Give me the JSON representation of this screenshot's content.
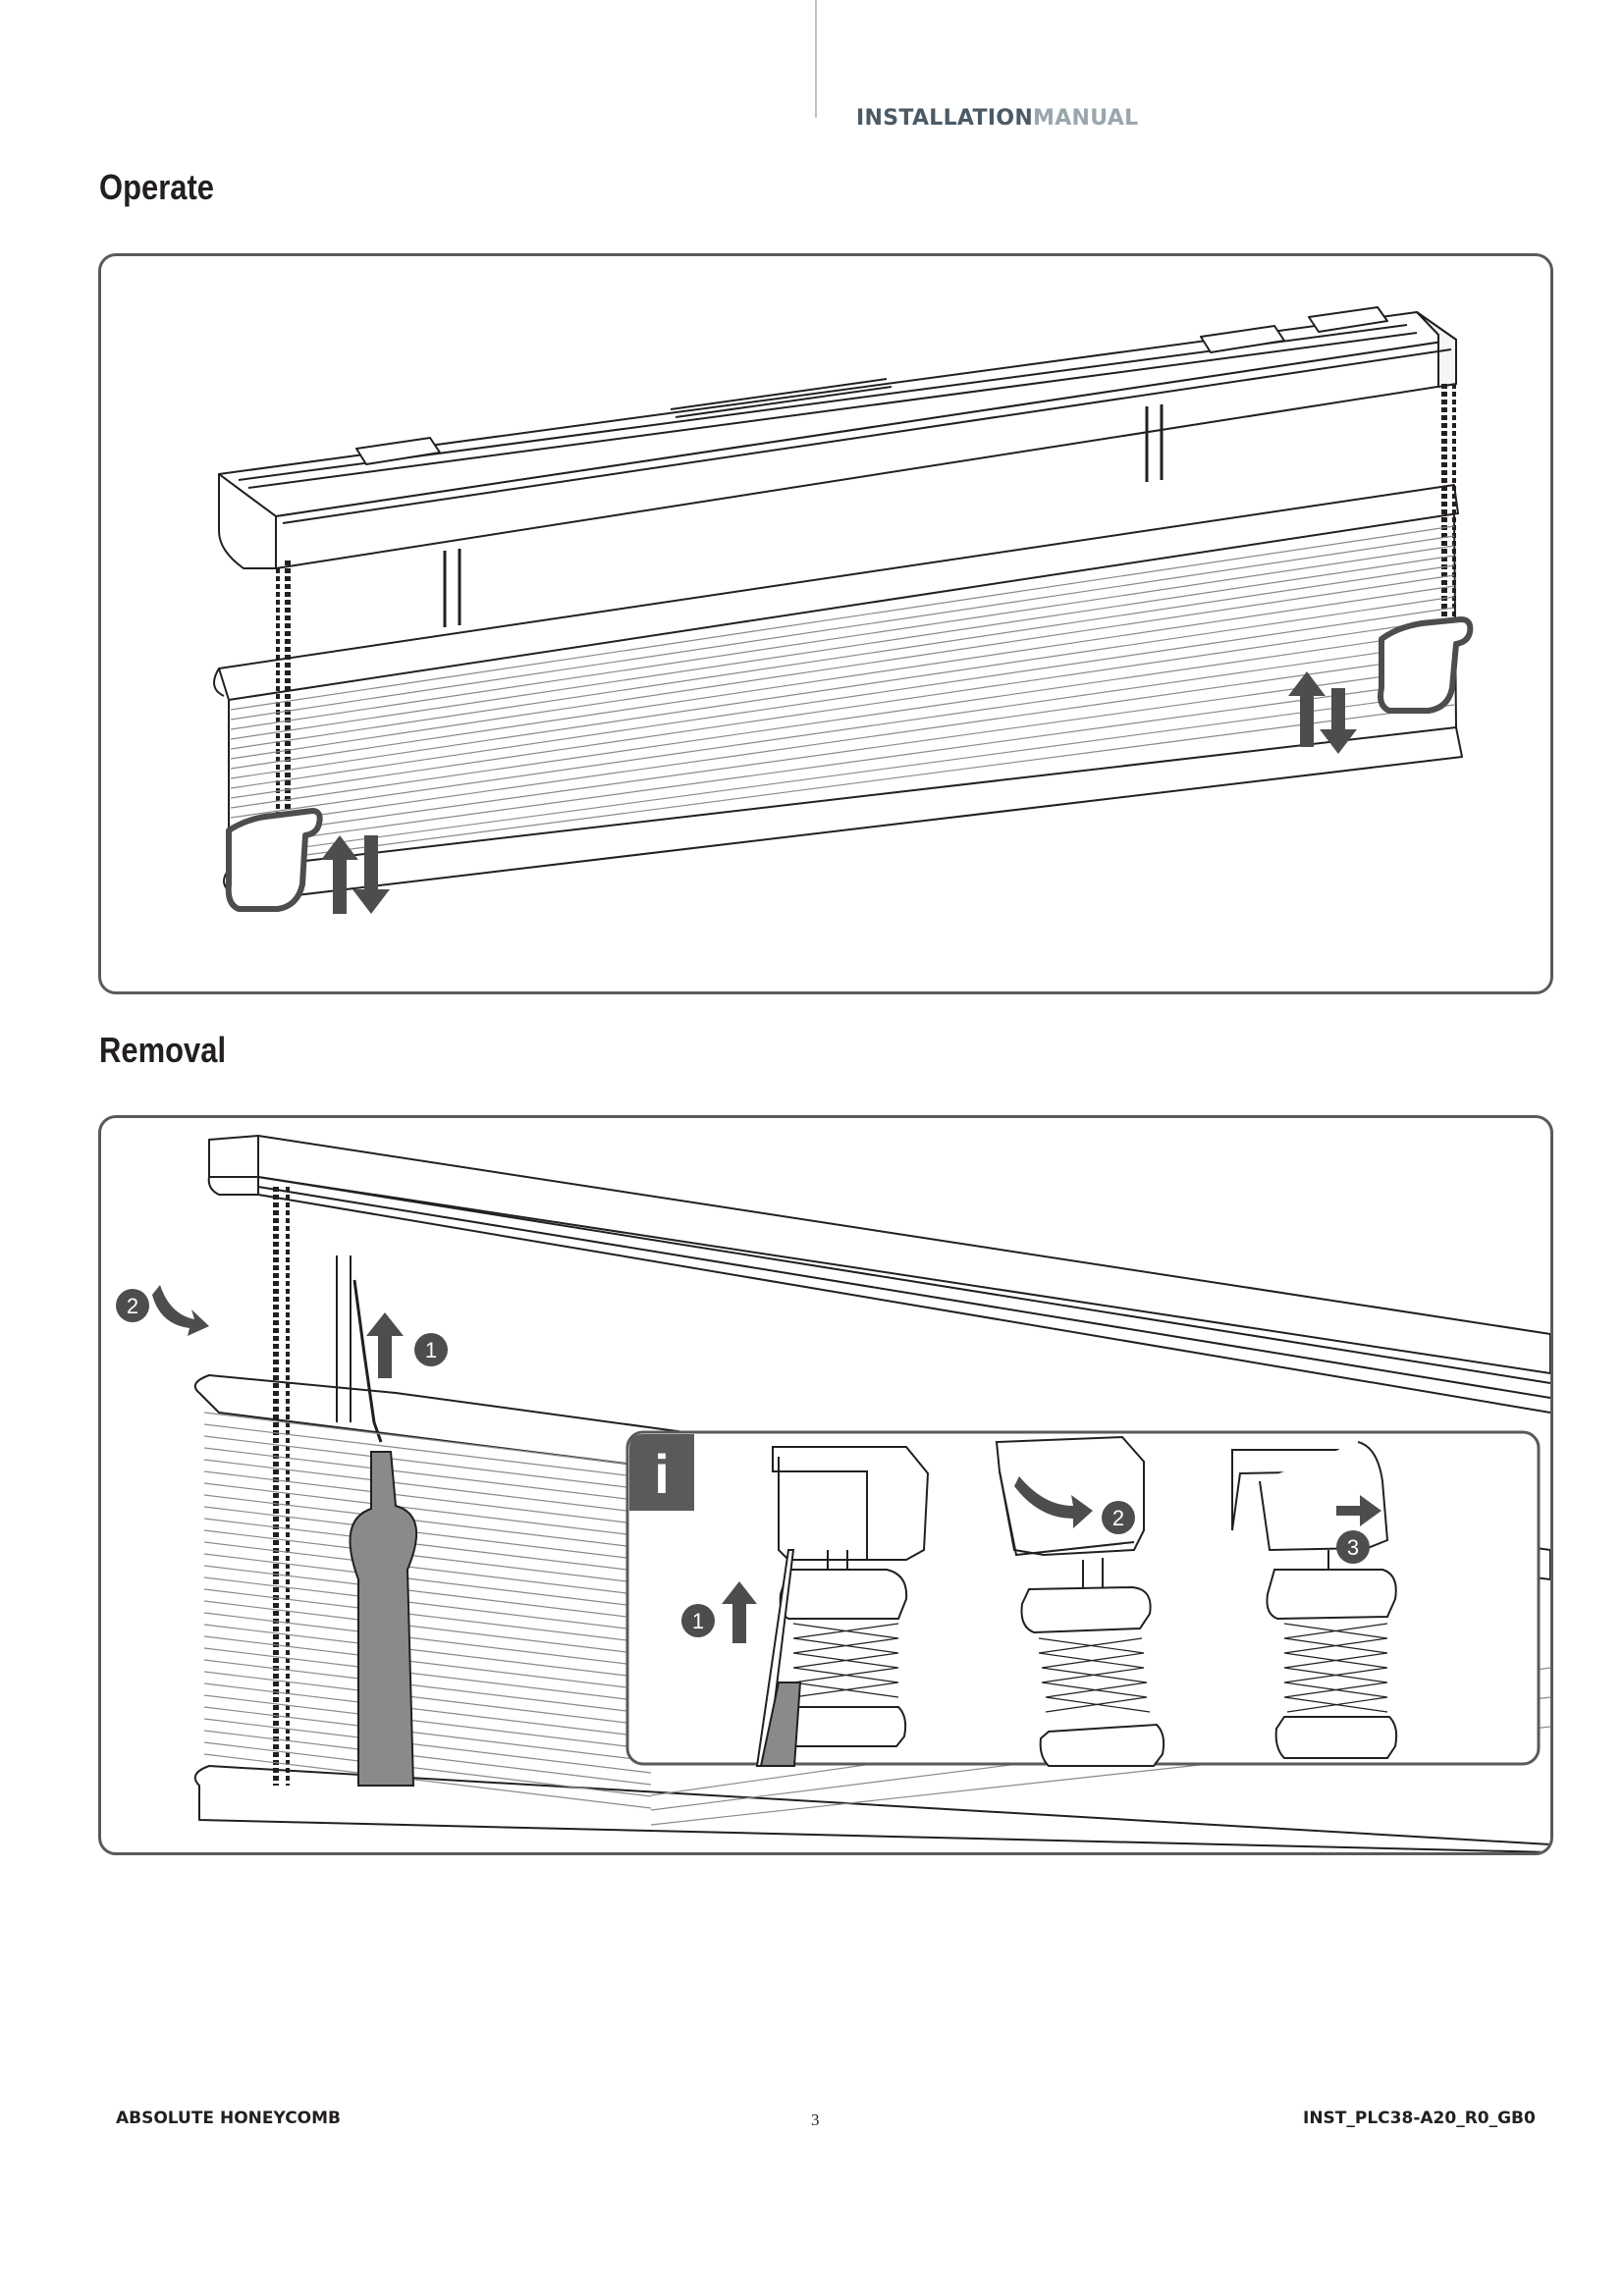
{
  "header": {
    "title_part1": "INSTALLATION",
    "title_part2": "MANUAL"
  },
  "sections": {
    "operate": {
      "title": "Operate"
    },
    "removal": {
      "title": "Removal",
      "step_markers": [
        "1",
        "2"
      ],
      "info_box": {
        "icon_label": "i",
        "steps": [
          "1",
          "2",
          "3"
        ]
      }
    }
  },
  "footer": {
    "product": "ABSOLUTE HONEYCOMB",
    "page": "3",
    "code": "INST_PLC38-A20_R0_GB0"
  },
  "colors": {
    "line": "#231f20",
    "arrow": "#4d4d4d",
    "panel_border": "#5a5a5a",
    "fabric": "#8a8a8a"
  }
}
